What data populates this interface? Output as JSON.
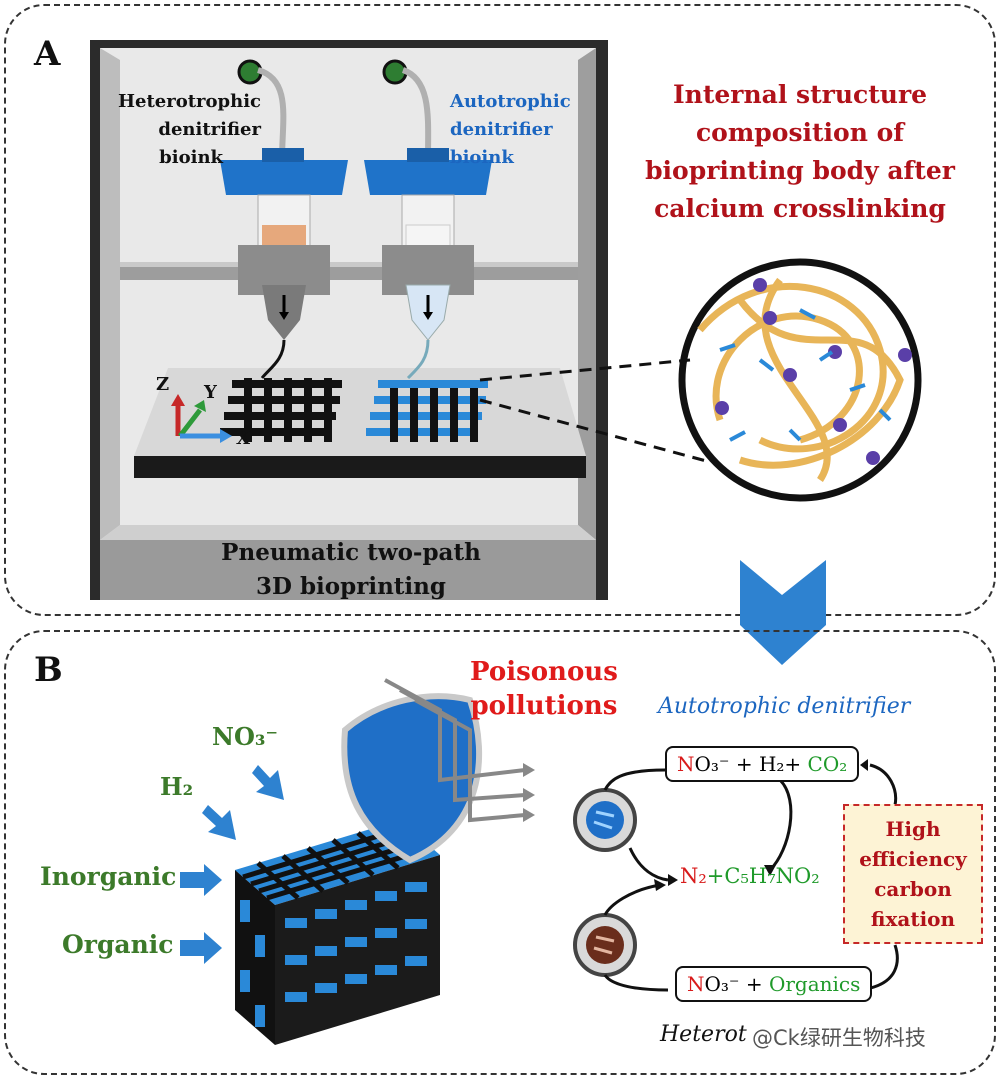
{
  "panel_a": {
    "tag": "A",
    "heterotrophic_bioink": [
      "Heterotrophic",
      "denitrifier",
      "bioink"
    ],
    "autotrophic_bioink": [
      "Autotrophic",
      "denitrifier",
      "bioink"
    ],
    "axes": {
      "z": "Z",
      "y": "Y",
      "x": "X"
    },
    "printer_caption": [
      "Pneumatic two-path",
      "3D bioprinting"
    ],
    "internal_title": [
      "Internal structure",
      "composition of",
      "bioprinting body after",
      "calcium crosslinking"
    ]
  },
  "panel_b": {
    "tag": "B",
    "pollution": [
      "Poisonous",
      "pollutions"
    ],
    "inputs": {
      "no3": "NO₃⁻",
      "h2": "H₂",
      "inorganic": "Inorganic",
      "organic": "Organic"
    },
    "autotrophic_label": "Autotrophic denitrifier",
    "heterotrophic_label": "Heterot",
    "eq_top": {
      "n": "N",
      "rest": "O₃⁻ + H₂+ ",
      "co2": "CO₂"
    },
    "eq_mid": {
      "n2": "N₂",
      "rest": "+C₅H₇NO₂"
    },
    "eq_bot": {
      "n": "N",
      "rest": "O₃⁻ + ",
      "org": "Organics"
    },
    "fixation": [
      "High",
      "efficiency",
      "carbon",
      "fixation"
    ]
  },
  "watermark": "@Ck绿研生物科技",
  "colors": {
    "red_title": "#b0121a",
    "accent_blue": "#1c66c0",
    "green": "#3c7a2a",
    "bioink_orange": "#e6a87c"
  }
}
